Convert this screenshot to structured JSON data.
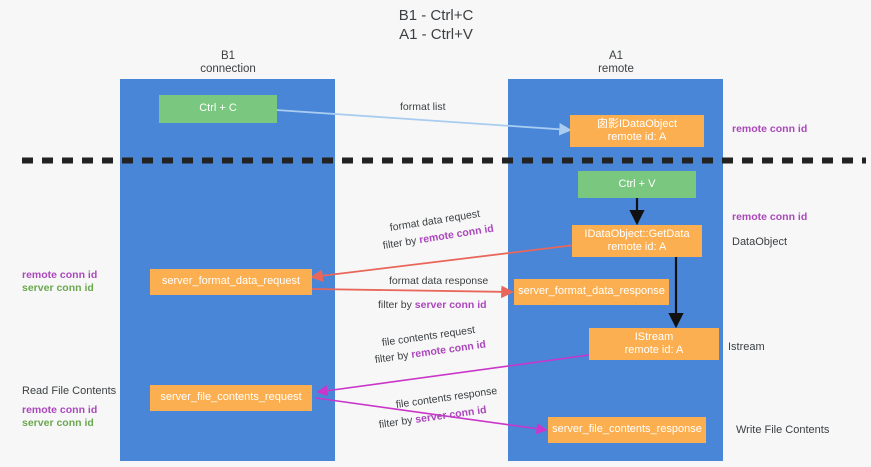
{
  "diagram": {
    "title_line1": "B1 - Ctrl+C",
    "title_line2": "A1 - Ctrl+V",
    "columns": [
      {
        "name": "B1",
        "role": "connection"
      },
      {
        "name": "A1",
        "role": "remote"
      }
    ],
    "colors": {
      "lane": "#4a86d8",
      "green_box": "#7ac77f",
      "orange_box": "#fbaf50",
      "purple_text": "#ab47bc",
      "green_text": "#6aa84f",
      "red_arrow": "#e8675a",
      "magenta_arrow": "#c936c9",
      "blue_arrow": "#a8cdf0",
      "black_arrow": "#111111",
      "background": "#f7f7f7"
    },
    "nodes": {
      "ctrl_c": {
        "label": "Ctrl + C",
        "type": "green"
      },
      "idataobject_remote": {
        "label_line1": "囱影IDataObject",
        "label_line2": "remote id: A",
        "type": "orange"
      },
      "ctrl_v": {
        "label": "Ctrl + V",
        "type": "green"
      },
      "getdata": {
        "label_line1": "IDataObject::GetData",
        "label_line2": "remote id: A",
        "type": "orange"
      },
      "server_format_data_request": {
        "label": "server_format_data_request",
        "type": "orange"
      },
      "server_format_data_response": {
        "label": "server_format_data_response",
        "type": "orange"
      },
      "istream": {
        "label_line1": "IStream",
        "label_line2": "remote id: A",
        "type": "orange"
      },
      "server_file_contents_request": {
        "label": "server_file_contents_request",
        "type": "orange"
      },
      "server_file_contents_response": {
        "label": "server_file_contents_response",
        "type": "orange"
      }
    },
    "edges": {
      "format_list": {
        "label": "format list"
      },
      "format_data_request": {
        "label": "format data request",
        "filter_prefix": "filter by ",
        "filter_key": "remote conn id"
      },
      "format_data_response": {
        "label": "format data response",
        "filter_prefix": "filter by ",
        "filter_key": "server conn id"
      },
      "file_contents_request": {
        "label": "file contents request",
        "filter_prefix": "filter by ",
        "filter_key": "remote conn id"
      },
      "file_contents_response": {
        "label": "file contents response",
        "filter_prefix": "filter by ",
        "filter_key": "server conn id"
      }
    },
    "right_labels": {
      "remote_conn_id_top": "remote conn id",
      "remote_conn_id_mid": "remote conn id",
      "dataobject": "DataObject",
      "istream": "Istream",
      "write_file_contents": "Write File Contents"
    },
    "left_labels": {
      "remote_conn_id_mid": "remote conn id",
      "server_conn_id_mid": "server conn id",
      "read_file_contents": "Read File Contents",
      "remote_conn_id_bottom": "remote conn id",
      "server_conn_id_bottom": "server conn id"
    }
  }
}
